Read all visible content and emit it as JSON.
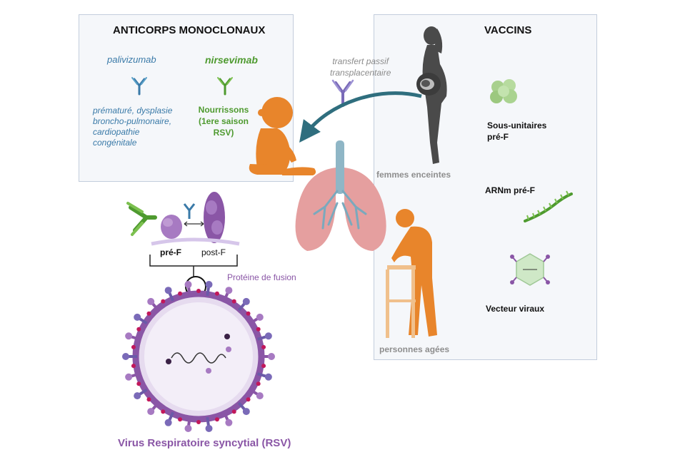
{
  "antibodies": {
    "title": "ANTICORPS MONOCLONAUX",
    "palivizumab": {
      "name": "palivizumab",
      "indication_lines": [
        "prématuré, dysplasie",
        "broncho-pulmonaire,",
        "cardiopathie",
        "congénitale"
      ]
    },
    "nirsevimab": {
      "name": "nirsevimab",
      "indication_lines": [
        "Nourrissons",
        "(1ere saison",
        "RSV)"
      ]
    }
  },
  "vaccines": {
    "title": "VACCINS",
    "items": [
      {
        "lines": [
          "Sous-unitaires",
          "pré-F"
        ]
      },
      {
        "lines": [
          "ARNm pré-F"
        ]
      },
      {
        "lines": [
          "Vecteur viraux"
        ]
      }
    ]
  },
  "transfer": {
    "lines": [
      "transfert passif",
      "transplacentaire"
    ]
  },
  "groups": {
    "pregnant": "femmes enceintes",
    "elderly": "personnes agées"
  },
  "protein": {
    "pre_f": "pré-F",
    "post_f": "post-F",
    "fusion_label": "Protéine de fusion"
  },
  "virus": {
    "name": "Virus Respiratoire syncytial (RSV)"
  },
  "colors": {
    "blue": "#3a7aa8",
    "green": "#4e9a2f",
    "purple": "#8a56a6",
    "orange": "#e8852b",
    "teal_arrow": "#2f6e7e"
  }
}
